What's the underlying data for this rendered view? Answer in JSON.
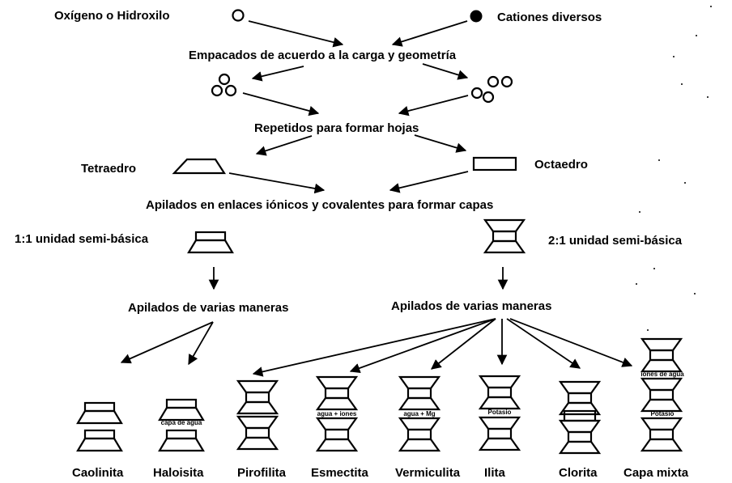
{
  "labels": {
    "oxygen": "Oxígeno o Hidroxilo",
    "cations": "Cationes diversos",
    "packed": "Empacados de acuerdo a la carga y geometría",
    "repeated": "Repetidos para formar hojas",
    "tetra": "Tetraedro",
    "octa": "Octaedro",
    "stacked_bonds": "Apilados en enlaces iónicos y covalentes para formar capas",
    "unit_11": "1:1 unidad semi-básica",
    "unit_21": "2:1  unidad semi-básica",
    "stacked_left": "Apilados de varias maneras",
    "stacked_right": "Apilados de varias maneras"
  },
  "interlayer": {
    "haloisita": "capa de agua",
    "esmectita": "agua + iones",
    "vermiculita": "agua + Mg",
    "ilita": "Potasio",
    "mixta_top": "iones de agua",
    "mixta_bottom": "Potasio"
  },
  "minerals": [
    "Caolinita",
    "Haloisita",
    "Pirofilita",
    "Esmectita",
    "Vermiculita",
    "Ilita",
    "Clorita",
    "Capa mixta"
  ]
}
